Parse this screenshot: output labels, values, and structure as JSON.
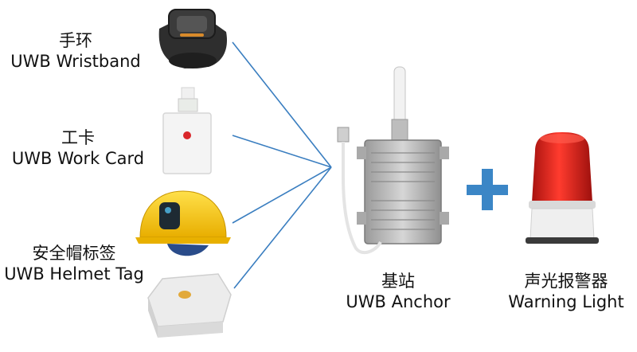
{
  "devices": [
    {
      "cn": "手环",
      "en": "UWB Wristband"
    },
    {
      "cn": "工卡",
      "en": "UWB Work Card"
    },
    {
      "cn": "安全帽标签",
      "en": "UWB Helmet Tag"
    }
  ],
  "anchor": {
    "cn": "基站",
    "en": "UWB Anchor"
  },
  "warning": {
    "cn": "声光报警器",
    "en": "Warning Light"
  },
  "colors": {
    "lines": "#3a7ec0",
    "plus": "#3b86c6",
    "helmet": "#f3c10e",
    "alarm": "#e0201e"
  }
}
